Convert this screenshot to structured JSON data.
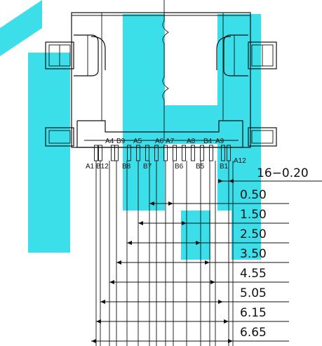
{
  "colors": {
    "line": "#111111",
    "watermark": "#19d9e6",
    "background": "#ffffff"
  },
  "pins_top": [
    "A4",
    "B9",
    "A5",
    "A6",
    "A7",
    "A8",
    "B4",
    "A9"
  ],
  "pins_bottom": [
    "A1",
    "B12",
    "B8",
    "B7",
    "B6",
    "B5",
    "B1",
    "A12"
  ],
  "pitch_label": "16−0.20",
  "dimensions": [
    "0.50",
    "1.50",
    "2.50",
    "3.50",
    "4.55",
    "5.05",
    "6.15",
    "6.65"
  ]
}
